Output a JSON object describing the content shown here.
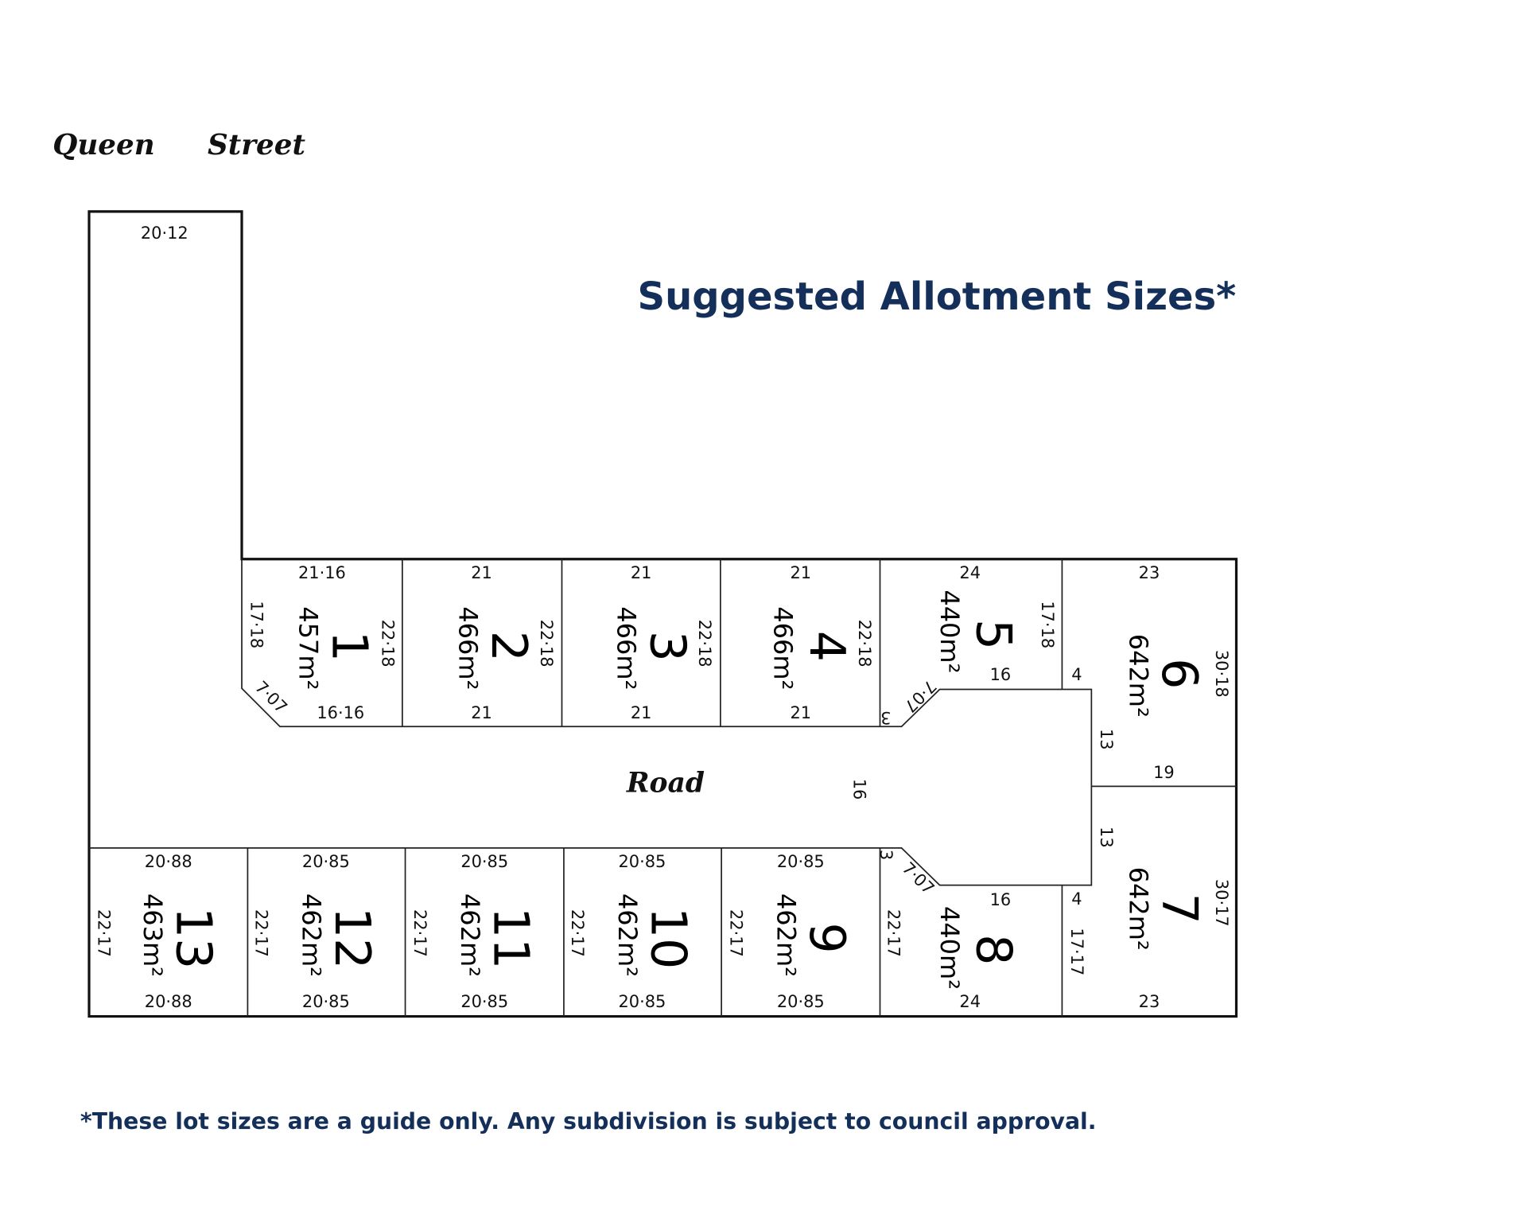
{
  "street": {
    "word1": "Queen",
    "word2": "Street"
  },
  "title": "Suggested Allotment Sizes*",
  "footnote": "*These lot sizes are a guide only. Any subdivision is subject to council approval.",
  "road": {
    "label": "Road",
    "width": "16"
  },
  "stem": {
    "frontage": "20·12"
  },
  "colors": {
    "title": "#14305a",
    "lines": "#111111"
  },
  "lots": {
    "l1": {
      "number": "1",
      "area": "457m²",
      "top": "21·16",
      "bottom": "16·16",
      "left": "17·18",
      "right": "22·18",
      "chamfer": "7·07"
    },
    "l2": {
      "number": "2",
      "area": "466m²",
      "top": "21",
      "bottom": "21",
      "right": "22·18"
    },
    "l3": {
      "number": "3",
      "area": "466m²",
      "top": "21",
      "bottom": "21",
      "right": "22·18"
    },
    "l4": {
      "number": "4",
      "area": "466m²",
      "top": "21",
      "bottom": "21",
      "right": "22·18"
    },
    "l5": {
      "number": "5",
      "area": "440m²",
      "top": "24",
      "bottom": "16",
      "right": "17·18",
      "corner": "3",
      "chamfer": "7·07"
    },
    "l6": {
      "number": "6",
      "area": "642m²",
      "top": "23",
      "right": "30·18",
      "left_short": "4",
      "left": "13",
      "bottom": "19"
    },
    "l7": {
      "number": "7",
      "area": "642m²",
      "bottom": "23",
      "right": "30·17",
      "left_short": "4",
      "left": "13",
      "left_lower": "17·17"
    },
    "l8": {
      "number": "8",
      "area": "440m²",
      "top": "16",
      "bottom": "24",
      "left": "22·17",
      "corner": "3",
      "chamfer": "7·07"
    },
    "l9": {
      "number": "9",
      "area": "462m²",
      "top": "20·85",
      "bottom": "20·85",
      "left": "22·17"
    },
    "l10": {
      "number": "10",
      "area": "462m²",
      "top": "20·85",
      "bottom": "20·85",
      "left": "22·17"
    },
    "l11": {
      "number": "11",
      "area": "462m²",
      "top": "20·85",
      "bottom": "20·85",
      "left": "22·17"
    },
    "l12": {
      "number": "12",
      "area": "462m²",
      "top": "20·85",
      "bottom": "20·85",
      "left": "22·17"
    },
    "l13": {
      "number": "13",
      "area": "463m²",
      "top": "20·88",
      "bottom": "20·88",
      "left": "22·17"
    }
  }
}
